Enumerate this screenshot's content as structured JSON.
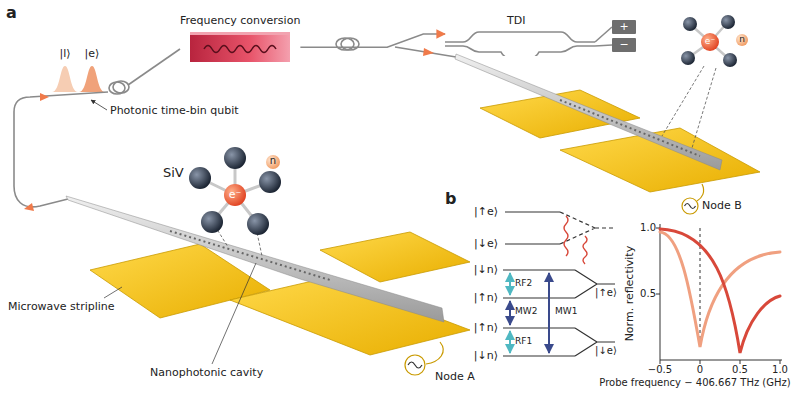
{
  "diagram": {
    "nodes": [
      {
        "text": [
          "Frequency conversion"
        ]
      },
      {
        "text": [
          "TDI"
        ]
      }
    ],
    "edges": [
      {
        "from": 0,
        "to": 1,
        "arrow": "to"
      }
    ],
    "labels": [
      "a",
      "|l⟩",
      "|e⟩",
      "Photonic time-bin qubit",
      "+",
      "−",
      "e⁻",
      "n",
      "Node B",
      "SiV",
      "e⁻",
      "n",
      "Microwave stripline",
      "Nanophotonic cavity",
      "Node A",
      "b",
      "|↑e⟩",
      "|↓e⟩",
      "|↓n⟩",
      "|↑n⟩",
      "|↑n⟩",
      "|↓n⟩",
      "RF2",
      "MW2",
      "RF1",
      "MW1",
      "|↑e⟩",
      "|↓e⟩",
      "1.0",
      "0.5",
      "Norm. reflectivity",
      "−0.5",
      "0",
      "0.5",
      "1.0",
      "Probe frequency − 406.667 THz (GHz)"
    ]
  }
}
